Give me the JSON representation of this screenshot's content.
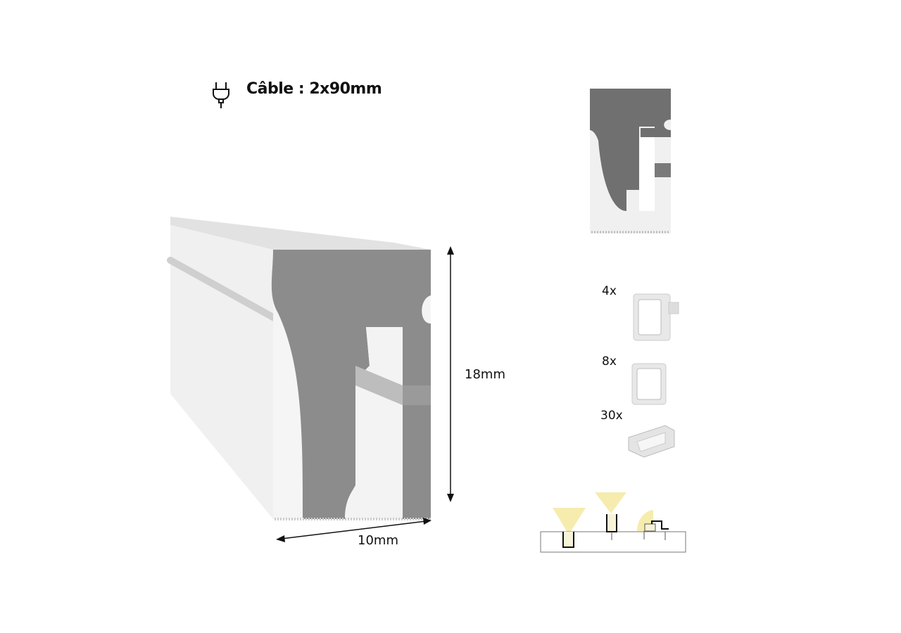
{
  "cable": {
    "label": "Câble : 2x90mm",
    "icon": "plug-icon"
  },
  "dimensions": {
    "height": "18mm",
    "width": "10mm"
  },
  "accessories": [
    {
      "quantity": "4x",
      "item": "end-cap-with-cable-hole"
    },
    {
      "quantity": "8x",
      "item": "end-cap"
    },
    {
      "quantity": "30x",
      "item": "mounting-clip"
    }
  ],
  "colors": {
    "profile_white": "#f2f2f2",
    "profile_gray": "#8c8c8c",
    "light": "#f5e9a0"
  }
}
